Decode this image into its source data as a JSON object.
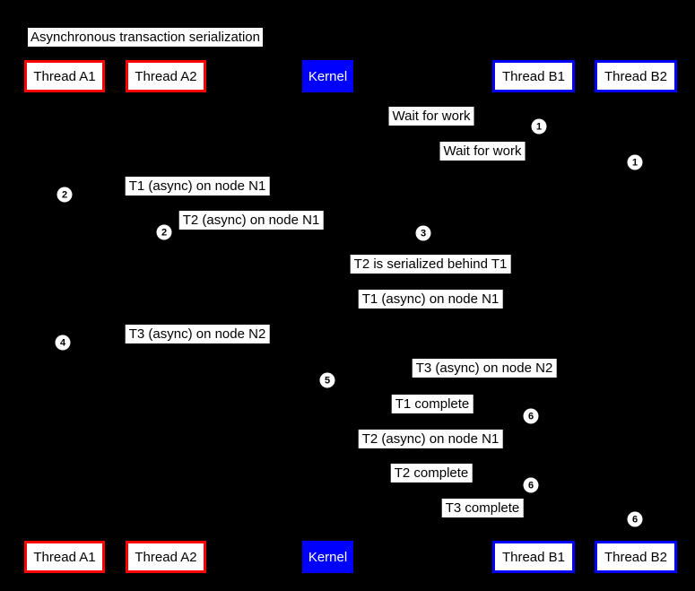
{
  "title": "Asynchronous transaction serialization",
  "colors": {
    "background": "#000000",
    "red_border": "#ff0000",
    "blue_border": "#0000ff",
    "kernel_bg": "#0000ff",
    "kernel_text": "#ffffff",
    "label_bg": "#ffffff",
    "label_text": "#000000",
    "marker_bg": "#ffffff",
    "marker_text": "#000000"
  },
  "actors": [
    {
      "label": "Thread A1"
    },
    {
      "label": "Thread A2"
    },
    {
      "label": "Kernel"
    },
    {
      "label": "Thread B1"
    },
    {
      "label": "Thread B2"
    }
  ],
  "messages": [
    {
      "text": "Wait for work"
    },
    {
      "text": "Wait for work"
    },
    {
      "text": "T1 (async) on node N1"
    },
    {
      "text": "T2 (async) on node N1"
    },
    {
      "text": "T2 is serialized behind T1"
    },
    {
      "text": "T1 (async) on node N1"
    },
    {
      "text": "T3 (async) on node N2"
    },
    {
      "text": "T3 (async) on node N2"
    },
    {
      "text": "T1 complete"
    },
    {
      "text": "T2 (async) on node N1"
    },
    {
      "text": "T2 complete"
    },
    {
      "text": "T3 complete"
    }
  ],
  "markers": [
    {
      "num": "1"
    },
    {
      "num": "1"
    },
    {
      "num": "2"
    },
    {
      "num": "2"
    },
    {
      "num": "3"
    },
    {
      "num": "4"
    },
    {
      "num": "5"
    },
    {
      "num": "6"
    },
    {
      "num": "6"
    },
    {
      "num": "6"
    }
  ]
}
